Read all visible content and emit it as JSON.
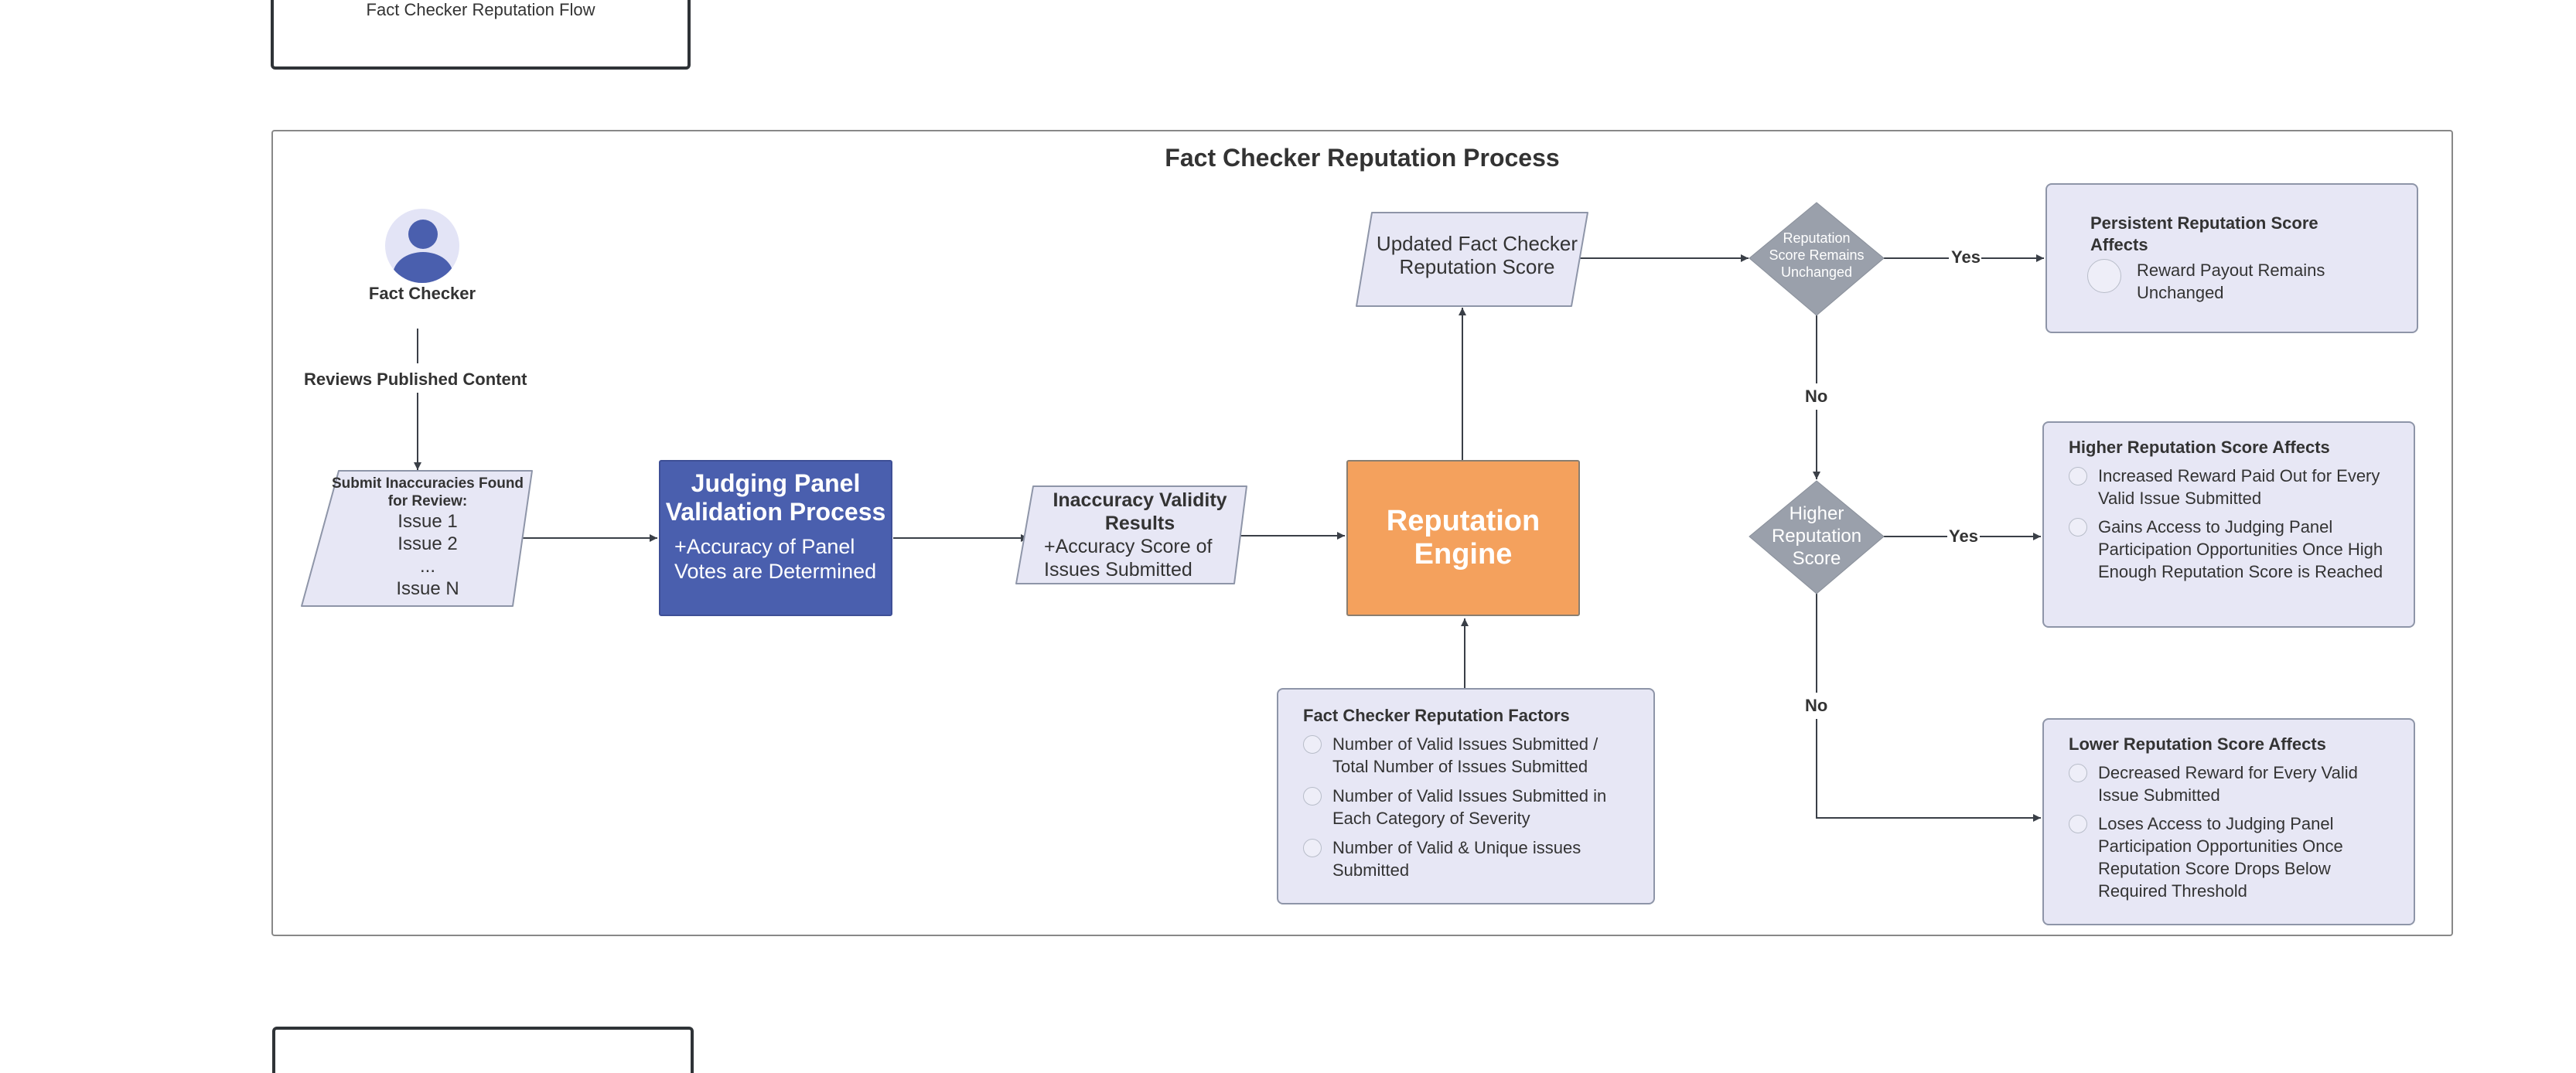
{
  "header_frame": {
    "title": "Fact Checker Reputation Flow"
  },
  "process": {
    "title": "Fact Checker Reputation Process",
    "actor": {
      "label": "Fact Checker"
    },
    "edge_reviews": "Reviews Published Content",
    "submit": {
      "title": "Submit Inaccuracies Found for Review:",
      "items": [
        "Issue 1",
        "Issue 2",
        "...",
        "Issue N"
      ]
    },
    "judging": {
      "title": "Judging Panel Validation Process",
      "subtitle": "+Accuracy of Panel Votes are Determined"
    },
    "validity": {
      "title": "Inaccuracy Validity Results",
      "subtitle": "+Accuracy Score of Issues Submitted"
    },
    "engine": {
      "label": "Reputation Engine"
    },
    "updated_score": {
      "label": "Updated Fact Checker Reputation Score"
    },
    "decision_unchanged": {
      "label": "Reputation Score Remains Unchanged"
    },
    "decision_higher": {
      "label": "Higher Reputation Score"
    },
    "edge_yes": "Yes",
    "edge_no": "No",
    "factors": {
      "title": "Fact Checker Reputation Factors",
      "items": [
        "Number of Valid Issues Submitted / Total Number of Issues Submitted",
        "Number of Valid Issues Submitted in Each Category of Severity",
        "Number of Valid & Unique issues Submitted"
      ]
    },
    "persistent": {
      "title": "Persistent Reputation Score Affects",
      "items": [
        "Reward Payout Remains Unchanged"
      ]
    },
    "higher": {
      "title": "Higher Reputation Score Affects",
      "items": [
        "Increased Reward Paid Out for Every Valid Issue Submitted",
        "Gains Access to Judging Panel Participation Opportunities Once High Enough Reputation Score is Reached"
      ]
    },
    "lower": {
      "title": "Lower Reputation Score Affects",
      "items": [
        "Decreased Reward for Every Valid Issue Submitted",
        "Loses Access to Judging Panel Participation Opportunities Once Reputation Score Drops Below Required Threshold"
      ]
    }
  },
  "colors": {
    "judging_fill": "#4a5fae",
    "engine_fill": "#f4a15d",
    "shape_fill": "#e7e7f5",
    "diamond_fill": "#9aa0ab",
    "connector": "#3a3f47"
  }
}
